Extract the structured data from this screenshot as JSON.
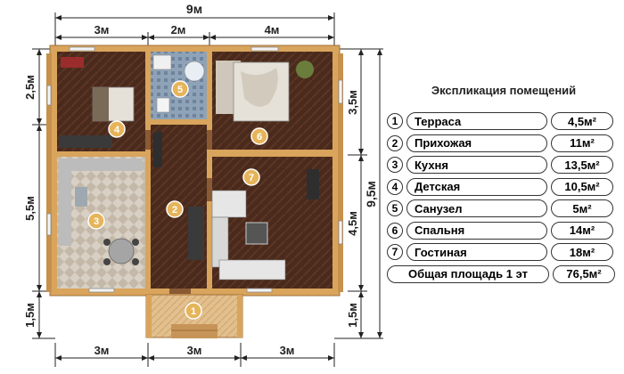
{
  "dimensions": {
    "total_width": "9м",
    "top_segments": [
      "3м",
      "2м",
      "4м"
    ],
    "bottom_segments": [
      "3м",
      "3м",
      "3м"
    ],
    "left_segments": [
      "2,5м",
      "5,5м",
      "1,5м"
    ],
    "right_segments": [
      "3,5м",
      "4,5м",
      "1,5м"
    ],
    "total_height": "9,5м"
  },
  "room_markers": [
    "1",
    "2",
    "3",
    "4",
    "5",
    "6",
    "7"
  ],
  "legend": {
    "title": "Экспликация помещений",
    "rooms": [
      {
        "num": "1",
        "name": "Терраса",
        "area": "4,5м²"
      },
      {
        "num": "2",
        "name": "Прихожая",
        "area": "11м²"
      },
      {
        "num": "3",
        "name": "Кухня",
        "area": "13,5м²"
      },
      {
        "num": "4",
        "name": "Детская",
        "area": "10,5м²"
      },
      {
        "num": "5",
        "name": "Санузел",
        "area": "5м²"
      },
      {
        "num": "6",
        "name": "Спальня",
        "area": "14м²"
      },
      {
        "num": "7",
        "name": "Гостиная",
        "area": "18м²"
      }
    ],
    "total_label": "Общая площадь 1 эт",
    "total_area": "76,5м²"
  },
  "colors": {
    "wall": "#d9a45c",
    "floor": "#4a2a1c",
    "kitchen_floor": "#cfc7bb",
    "bath_floor": "#8fa3b8",
    "marker": "#e6b45a"
  }
}
